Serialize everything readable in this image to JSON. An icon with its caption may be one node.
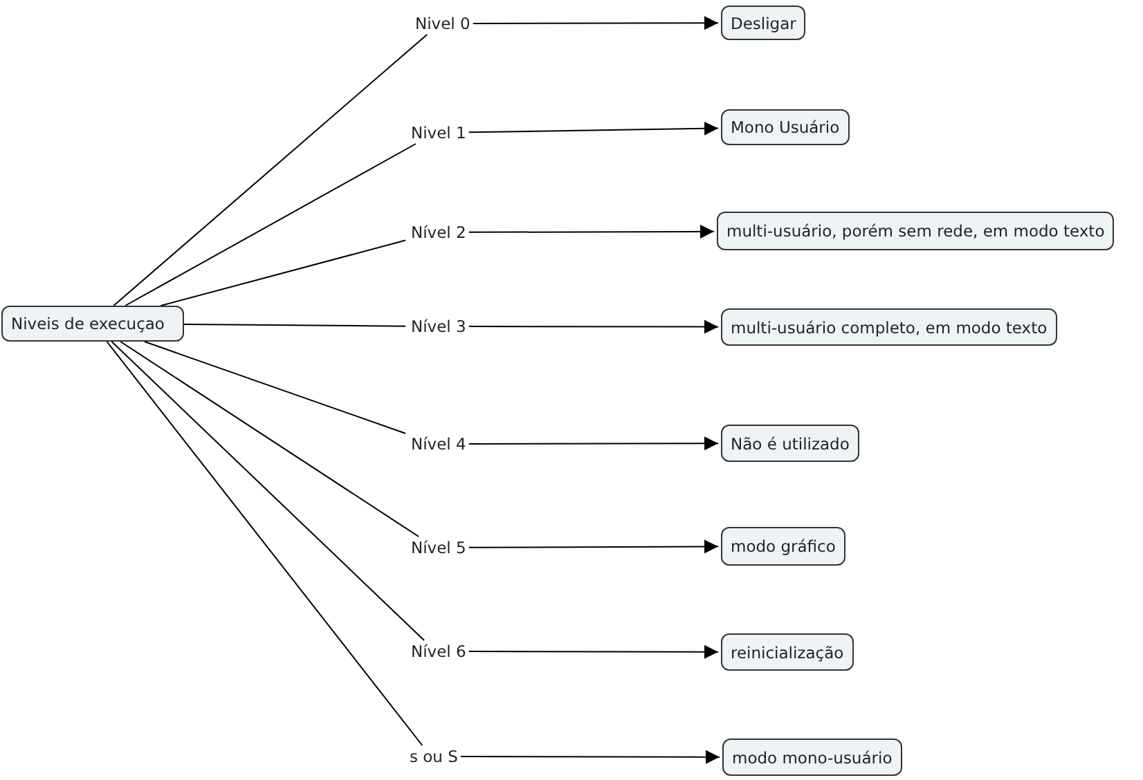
{
  "diagram": {
    "nodes": [
      {
        "text": [
          "Niveis de execuçao"
        ]
      },
      {
        "text": [
          "Nivel 0"
        ]
      },
      {
        "text": [
          "Desligar"
        ]
      },
      {
        "text": [
          "Nivel 1"
        ]
      },
      {
        "text": [
          "Mono Usuário"
        ]
      },
      {
        "text": [
          "Nível 2"
        ]
      },
      {
        "text": [
          "multi-usuário, porém sem rede, em modo texto"
        ]
      },
      {
        "text": [
          "Nível 3"
        ]
      },
      {
        "text": [
          "multi-usuário completo, em modo texto"
        ]
      },
      {
        "text": [
          "Nível 4"
        ]
      },
      {
        "text": [
          "Não é utilizado"
        ]
      },
      {
        "text": [
          "Nível 5"
        ]
      },
      {
        "text": [
          "modo gráfico"
        ]
      },
      {
        "text": [
          "Nível 6"
        ]
      },
      {
        "text": [
          "reinicialização"
        ]
      },
      {
        "text": [
          "s ou S"
        ]
      },
      {
        "text": [
          "modo mono-usuário"
        ]
      }
    ],
    "edges": [
      {
        "from": 0,
        "to": 1,
        "arrow": "none"
      },
      {
        "from": 1,
        "to": 2,
        "arrow": "to"
      },
      {
        "from": 0,
        "to": 3,
        "arrow": "none"
      },
      {
        "from": 3,
        "to": 4,
        "arrow": "to"
      },
      {
        "from": 0,
        "to": 5,
        "arrow": "none"
      },
      {
        "from": 5,
        "to": 6,
        "arrow": "to"
      },
      {
        "from": 0,
        "to": 7,
        "arrow": "none"
      },
      {
        "from": 7,
        "to": 8,
        "arrow": "to"
      },
      {
        "from": 0,
        "to": 9,
        "arrow": "none"
      },
      {
        "from": 9,
        "to": 10,
        "arrow": "to"
      },
      {
        "from": 0,
        "to": 11,
        "arrow": "none"
      },
      {
        "from": 11,
        "to": 12,
        "arrow": "to"
      },
      {
        "from": 0,
        "to": 13,
        "arrow": "none"
      },
      {
        "from": 13,
        "to": 14,
        "arrow": "to"
      },
      {
        "from": 0,
        "to": 15,
        "arrow": "none"
      },
      {
        "from": 15,
        "to": 16,
        "arrow": "to"
      }
    ]
  }
}
